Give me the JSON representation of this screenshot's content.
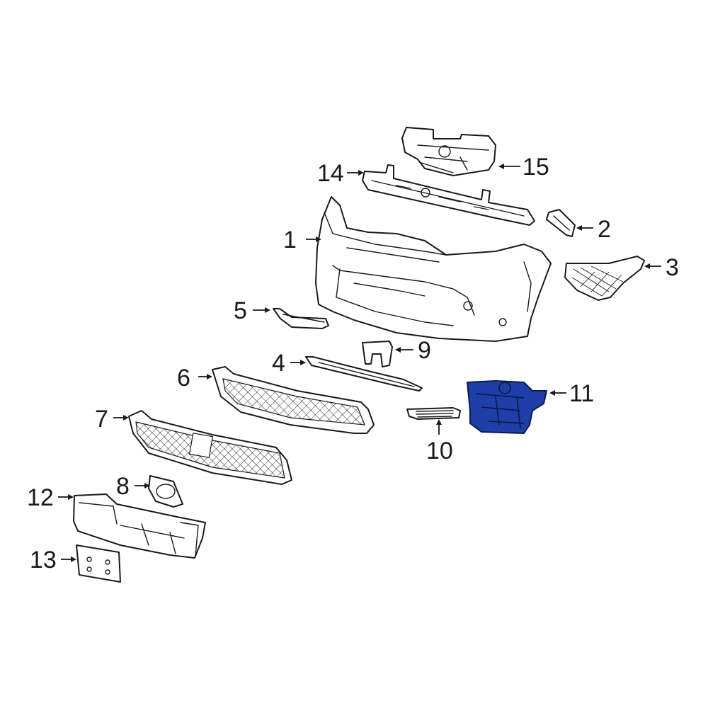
{
  "diagram": {
    "callouts": [
      {
        "number": "1"
      },
      {
        "number": "2"
      },
      {
        "number": "3"
      },
      {
        "number": "4"
      },
      {
        "number": "5"
      },
      {
        "number": "6"
      },
      {
        "number": "7"
      },
      {
        "number": "8"
      },
      {
        "number": "9"
      },
      {
        "number": "10"
      },
      {
        "number": "11"
      },
      {
        "number": "12"
      },
      {
        "number": "13"
      },
      {
        "number": "14"
      },
      {
        "number": "15"
      }
    ],
    "highlight": {
      "part": "11",
      "color": "#1f3fa8"
    },
    "line_color": "#1a1a1a",
    "background": "#ffffff"
  }
}
